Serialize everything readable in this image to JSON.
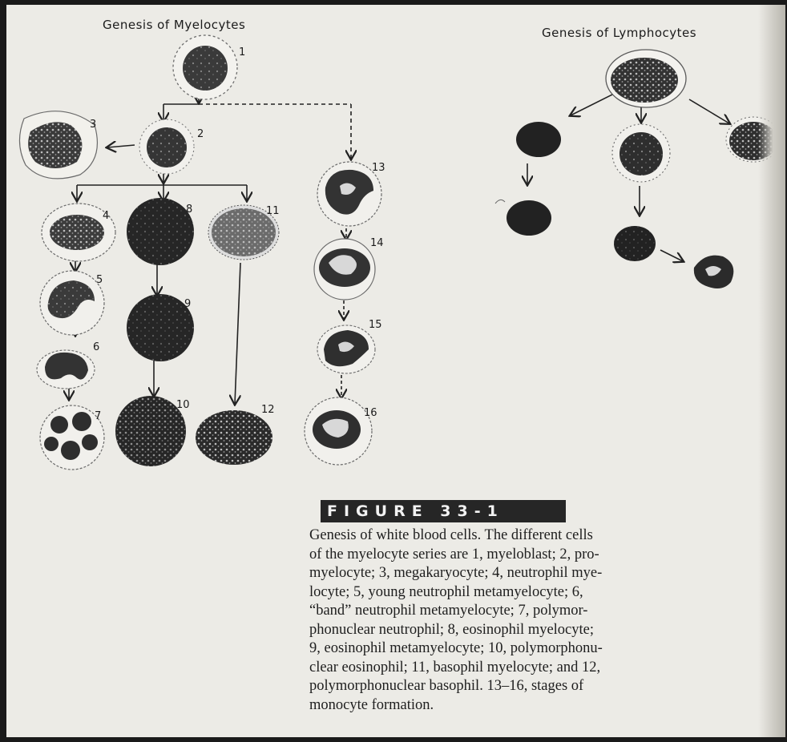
{
  "headings": {
    "myelocytes": "Genesis of Myelocytes",
    "lymphocytes": "Genesis of Lymphocytes"
  },
  "numbers": {
    "n1": "1",
    "n2": "2",
    "n3": "3",
    "n4": "4",
    "n5": "5",
    "n6": "6",
    "n7": "7",
    "n8": "8",
    "n9": "9",
    "n10": "10",
    "n11": "11",
    "n12": "12",
    "n13": "13",
    "n14": "14",
    "n15": "15",
    "n16": "16"
  },
  "figure": {
    "label": "FIGURE 33-1",
    "caption_lines": [
      "Genesis of white blood cells. The different cells",
      "of the myelocyte series are 1, myeloblast; 2, pro-",
      "myelocyte; 3, megakaryocyte; 4, neutrophil mye-",
      "locyte; 5, young neutrophil metamyelocyte; 6,",
      "“band” neutrophil metamyelocyte; 7, polymor-",
      "phonuclear neutrophil; 8, eosinophil myelocyte;",
      "9, eosinophil metamyelocyte; 10, polymorphonu-",
      "clear eosinophil; 11, basophil myelocyte; and 12,",
      "polymorphonuclear basophil. 13–16, stages of",
      "monocyte formation."
    ]
  }
}
